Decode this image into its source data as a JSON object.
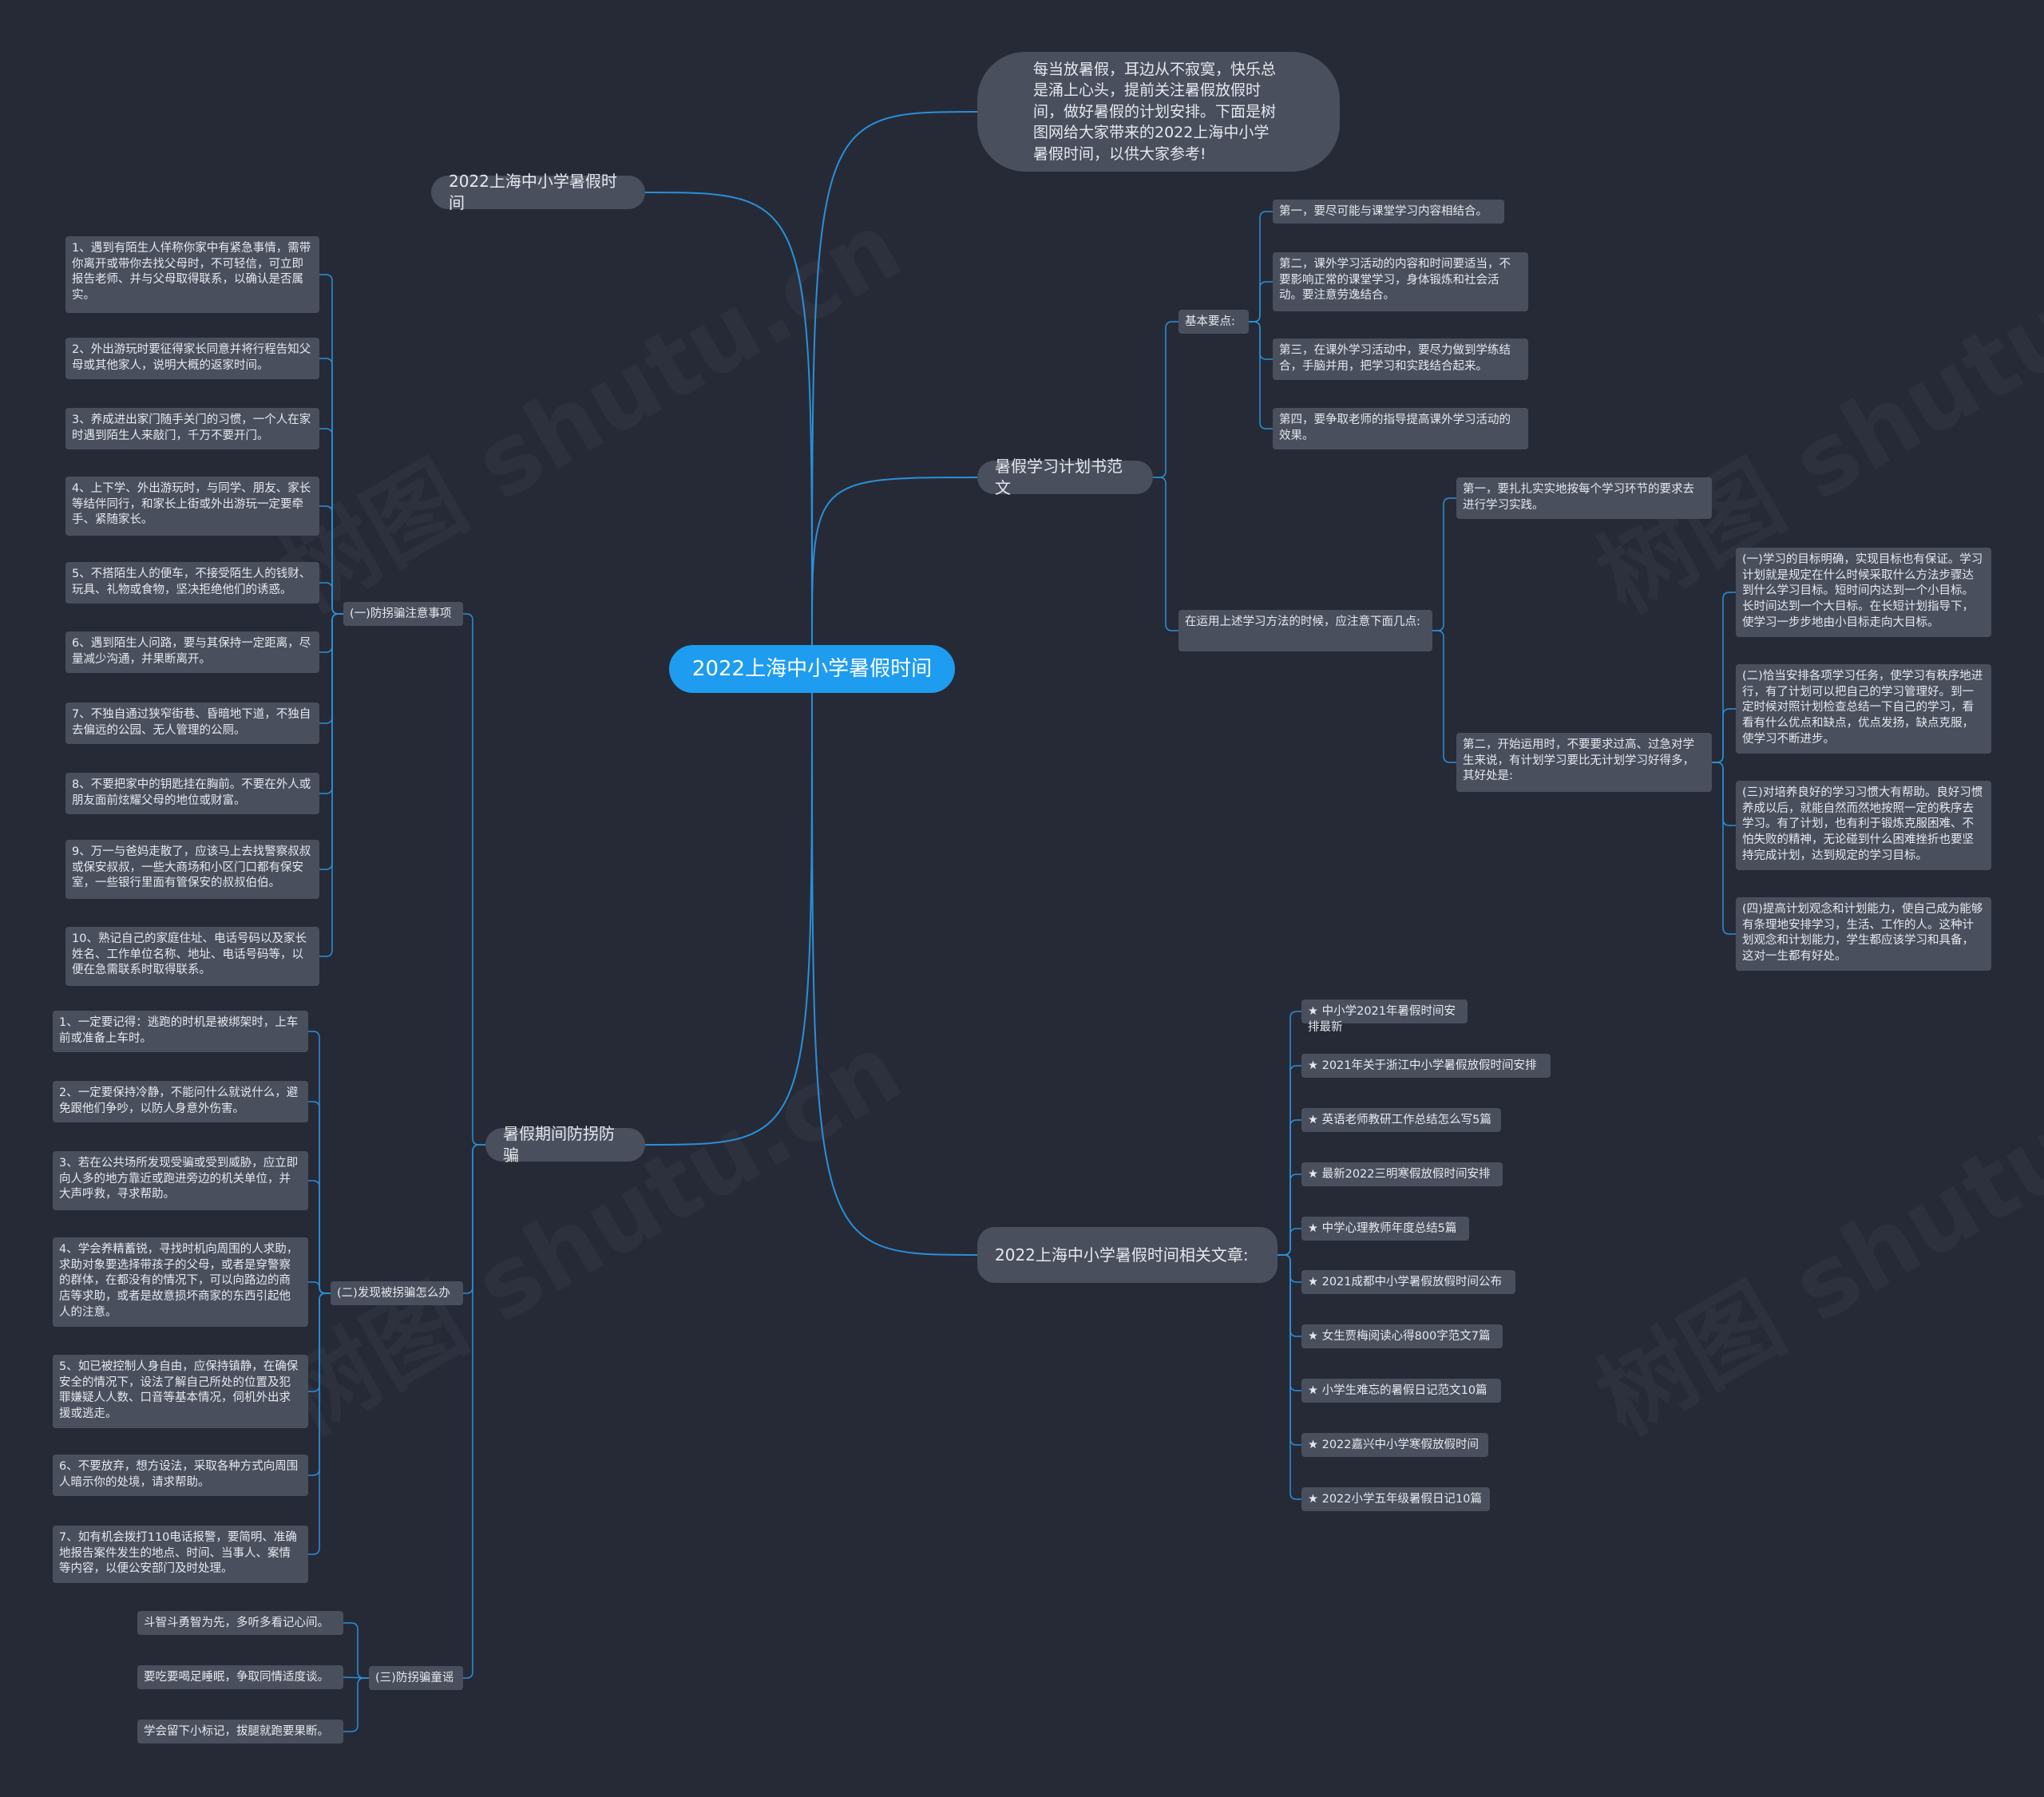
{
  "root": "2022上海中小学暑假时间",
  "intro": "每当放暑假，耳边从不寂寞，快乐总是涌上心头，提前关注暑假放假时间，做好暑假的计划安排。下面是树图网给大家带来的2022上海中小学暑假时间，以供大家参考!",
  "left_title": "2022上海中小学暑假时间",
  "plan": {
    "title": "暑假学习计划书范文",
    "basic_label": "基本要点:",
    "basic_items": [
      "第一，要尽可能与课堂学习内容相结合。",
      "第二，课外学习活动的内容和时间要适当，不要影响正常的课堂学习，身体锻炼和社会活动。要注意劳逸结合。",
      "第三，在课外学习活动中，要尽力做到学练结合，手脑并用，把学习和实践结合起来。",
      "第四，要争取老师的指导提高课外学习活动的效果。"
    ],
    "apply_label": "在运用上述学习方法的时候，应注意下面几点:",
    "apply_first": "第一，要扎扎实实地按每个学习环节的要求去进行学习实践。",
    "apply_second": "第二，开始运用时，不要要求过高、过急对学生来说，有计划学习要比无计划学习好得多，其好处是:",
    "benefits": [
      "(一)学习的目标明确，实现目标也有保证。学习计划就是规定在什么时候采取什么方法步骤达到什么学习目标。短时间内达到一个小目标。长时间达到一个大目标。在长短计划指导下，使学习一步步地由小目标走向大目标。",
      "(二)恰当安排各项学习任务，使学习有秩序地进行，有了计划可以把自己的学习管理好。到一定时候对照计划检查总结一下自己的学习，看看有什么优点和缺点，优点发扬，缺点克服，使学习不断进步。",
      "(三)对培养良好的学习习惯大有帮助。良好习惯养成以后，就能自然而然地按照一定的秩序去学习。有了计划，也有利于锻炼克服困难、不怕失败的精神，无论碰到什么困难挫折也要坚持完成计划，达到规定的学习目标。",
      "(四)提高计划观念和计划能力，使自己成为能够有条理地安排学习，生活、工作的人。这种计划观念和计划能力，学生都应该学习和具备，这对一生都有好处。"
    ]
  },
  "related": {
    "title": "2022上海中小学暑假时间相关文章:",
    "items": [
      "★ 中小学2021年暑假时间安排最新",
      "★ 2021年关于浙江中小学暑假放假时间安排",
      "★ 英语老师教研工作总结怎么写5篇",
      "★ 最新2022三明寒假放假时间安排",
      "★ 中学心理教师年度总结5篇",
      "★ 2021成都中小学暑假放假时间公布",
      "★ 女生贾梅阅读心得800字范文7篇",
      "★ 小学生难忘的暑假日记范文10篇",
      "★ 2022嘉兴中小学寒假放假时间",
      "★ 2022小学五年级暑假日记10篇"
    ]
  },
  "safety": {
    "title": "暑假期间防拐防骗",
    "g1_label": "(一)防拐骗注意事项",
    "g1_items": [
      "1、遇到有陌生人佯称你家中有紧急事情，需带你离开或带你去找父母时，不可轻信，可立即报告老师、并与父母取得联系，以确认是否属实。",
      "2、外出游玩时要征得家长同意并将行程告知父母或其他家人，说明大概的返家时间。",
      "3、养成进出家门随手关门的习惯，一个人在家时遇到陌生人来敲门，千万不要开门。",
      "4、上下学、外出游玩时，与同学、朋友、家长等结伴同行，和家长上街或外出游玩一定要牵手、紧随家长。",
      "5、不搭陌生人的便车，不接受陌生人的钱财、玩具、礼物或食物，坚决拒绝他们的诱惑。",
      "6、遇到陌生人问路，要与其保持一定距离，尽量减少沟通，并果断离开。",
      "7、不独自通过狭窄街巷、昏暗地下道，不独自去偏远的公园、无人管理的公厕。",
      "8、不要把家中的钥匙挂在胸前。不要在外人或朋友面前炫耀父母的地位或财富。",
      "9、万一与爸妈走散了，应该马上去找警察叔叔或保安叔叔，一些大商场和小区门口都有保安室，一些银行里面有管保安的叔叔伯伯。",
      "10、熟记自己的家庭住址、电话号码以及家长姓名、工作单位名称、地址、电话号码等，以便在急需联系时取得联系。"
    ],
    "g2_label": "(二)发现被拐骗怎么办",
    "g2_items": [
      "1、一定要记得：逃跑的时机是被绑架时，上车前或准备上车时。",
      "2、一定要保持冷静，不能问什么就说什么，避免跟他们争吵，以防人身意外伤害。",
      "3、若在公共场所发现受骗或受到威胁，应立即向人多的地方靠近或跑进旁边的机关单位，并大声呼救，寻求帮助。",
      "4、学会养精蓄锐，寻找时机向周围的人求助，求助对象要选择带孩子的父母，或者是穿警察的群体，在都没有的情况下，可以向路边的商店等求助，或者是故意损坏商家的东西引起他人的注意。",
      "5、如已被控制人身自由，应保持镇静，在确保安全的情况下，设法了解自己所处的位置及犯罪嫌疑人人数、口音等基本情况，伺机外出求援或逃走。",
      "6、不要放弃，想方设法，采取各种方式向周围人暗示你的处境，请求帮助。",
      "7、如有机会拨打110电话报警，要简明、准确地报告案件发生的地点、时间、当事人、案情等内容，以便公安部门及时处理。"
    ],
    "g3_label": "(三)防拐骗童谣",
    "g3_items": [
      "斗智斗勇智为先，多听多看记心间。",
      "要吃要喝足睡眠，争取同情适度谈。",
      "学会留下小标记，拔腿就跑要果断。"
    ]
  },
  "colors": {
    "background": "#262a37",
    "root": "#1e9cf0",
    "node": "#4a4f5e",
    "link": "#2a8fd8"
  }
}
